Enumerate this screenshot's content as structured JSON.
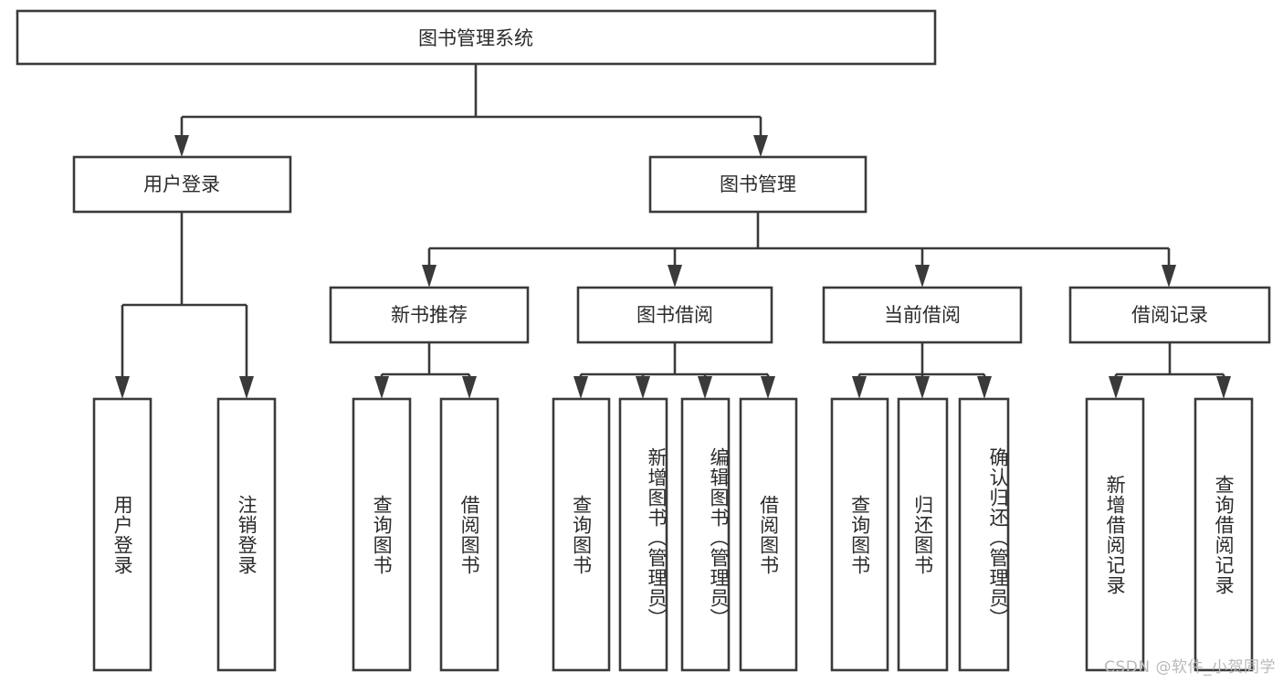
{
  "diagram": {
    "type": "tree-hierarchy-chart",
    "title": "图书管理系统",
    "root": {
      "label": "图书管理系统"
    },
    "level2": [
      {
        "label": "用户登录"
      },
      {
        "label": "图书管理"
      }
    ],
    "level3": [
      {
        "label": "新书推荐"
      },
      {
        "label": "图书借阅"
      },
      {
        "label": "当前借阅"
      },
      {
        "label": "借阅记录"
      }
    ],
    "leaves": {
      "user_login": [
        {
          "label": "用户登录"
        },
        {
          "label": "注销登录"
        }
      ],
      "new_book_recommend": [
        {
          "label": "查询图书"
        },
        {
          "label": "借阅图书"
        }
      ],
      "book_borrow": [
        {
          "label": "查询图书"
        },
        {
          "label": "新增图书（管理员）"
        },
        {
          "label": "编辑图书（管理员）"
        },
        {
          "label": "借阅图书"
        }
      ],
      "current_borrow": [
        {
          "label": "查询图书"
        },
        {
          "label": "归还图书"
        },
        {
          "label": "确认归还（管理员）"
        }
      ],
      "borrow_record": [
        {
          "label": "新增借阅记录"
        },
        {
          "label": "查询借阅记录"
        }
      ]
    },
    "colors": {
      "stroke": "#3a3a3a",
      "box_fill": "#ffffff",
      "text": "#2b2b2b",
      "background": "#ffffff",
      "watermark": "#b9b9b9"
    }
  },
  "watermark": {
    "text": "CSDN @软件_小贺同学"
  }
}
